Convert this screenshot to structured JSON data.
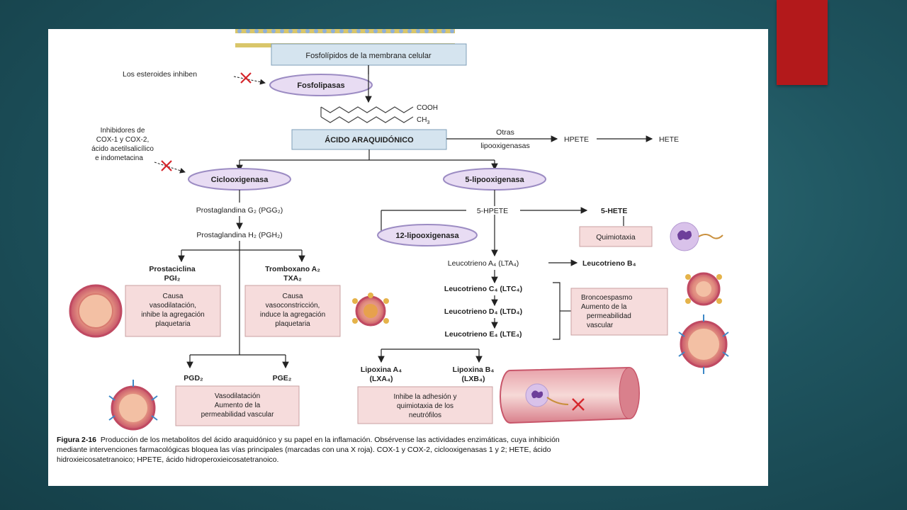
{
  "slide": {
    "accent_color": "#b3191b",
    "background": "#1f5560"
  },
  "diagram": {
    "membrane": "Fosfolípidos de la membrana celular",
    "steroids_note": "Los esteroides inhiben",
    "phospholipase": "Fosfolipasas",
    "cooh": "COOH",
    "ch3": "CH",
    "ch3_sub": "3",
    "arachidonic": "ÁCIDO ARAQUIDÓNICO",
    "other_lox_1": "Otras",
    "other_lox_2": "lipooxigenasas",
    "hpete": "HPETE",
    "hete": "HETE",
    "inhibitors": [
      "Inhibidores de",
      "COX-1 y COX-2,",
      "ácido acetilsalicílico",
      "e indometacina"
    ],
    "cox": "Ciclooxigenasa",
    "lox5": "5-lipooxigenasa",
    "pgg2": "Prostaglandina G₂ (PGG₂)",
    "pgh2": "Prostaglandina H₂ (PGH₂)",
    "prostacyclin": [
      "Prostaciclina",
      "PGI₂"
    ],
    "thromboxane": [
      "Tromboxano A₂",
      "TXA₂"
    ],
    "pgi2_effect": [
      "Causa",
      "vasodilatación,",
      "inhibe la agregación",
      "plaquetaria"
    ],
    "txa2_effect": [
      "Causa",
      "vasoconstricción,",
      "induce la agregación",
      "plaquetaria"
    ],
    "pgd2": "PGD₂",
    "pge2": "PGE₂",
    "pg_effect": [
      "Vasodilatación",
      "Aumento de la",
      "permeabilidad vascular"
    ],
    "hpete5": "5-HPETE",
    "hete5": "5-HETE",
    "chemotaxis": "Quimiotaxia",
    "lox12": "12-lipooxigenasa",
    "lta4": "Leucotrieno A₄ (LTA₄)",
    "ltb4": "Leucotrieno B₄",
    "ltc4": "Leucotrieno C₄ (LTC₄)",
    "ltd4": "Leucotrieno D₄ (LTD₄)",
    "lte4": "Leucotrieno E₄ (LTE₄)",
    "lt_effect": [
      "Broncoespasmo",
      "Aumento de la",
      "permeabilidad",
      "vascular"
    ],
    "lipoxin_a4": [
      "Lipoxina A₄",
      "(LXA₄)"
    ],
    "lipoxin_b4": [
      "Lipoxina B₄",
      "(LXB₄)"
    ],
    "lipoxin_effect": [
      "Inhibe la adhesión y",
      "quimiotaxia de los",
      "neutrófilos"
    ]
  },
  "caption": {
    "figure_label": "Figura 2-16",
    "lines": [
      "Producción de los metabolitos del ácido araquidónico y su papel en la inflamación. Obsérvense las actividades enzimáticas, cuya inhibición",
      "mediante intervenciones farmacológicas bloquea las vías principales (marcadas con una X roja). COX-1 y COX-2, ciclooxigenasas 1 y 2; HETE, ácido",
      "hidroxieicosatetranoico; HPETE, ácido hidroperoxieicosatetranoico."
    ]
  }
}
